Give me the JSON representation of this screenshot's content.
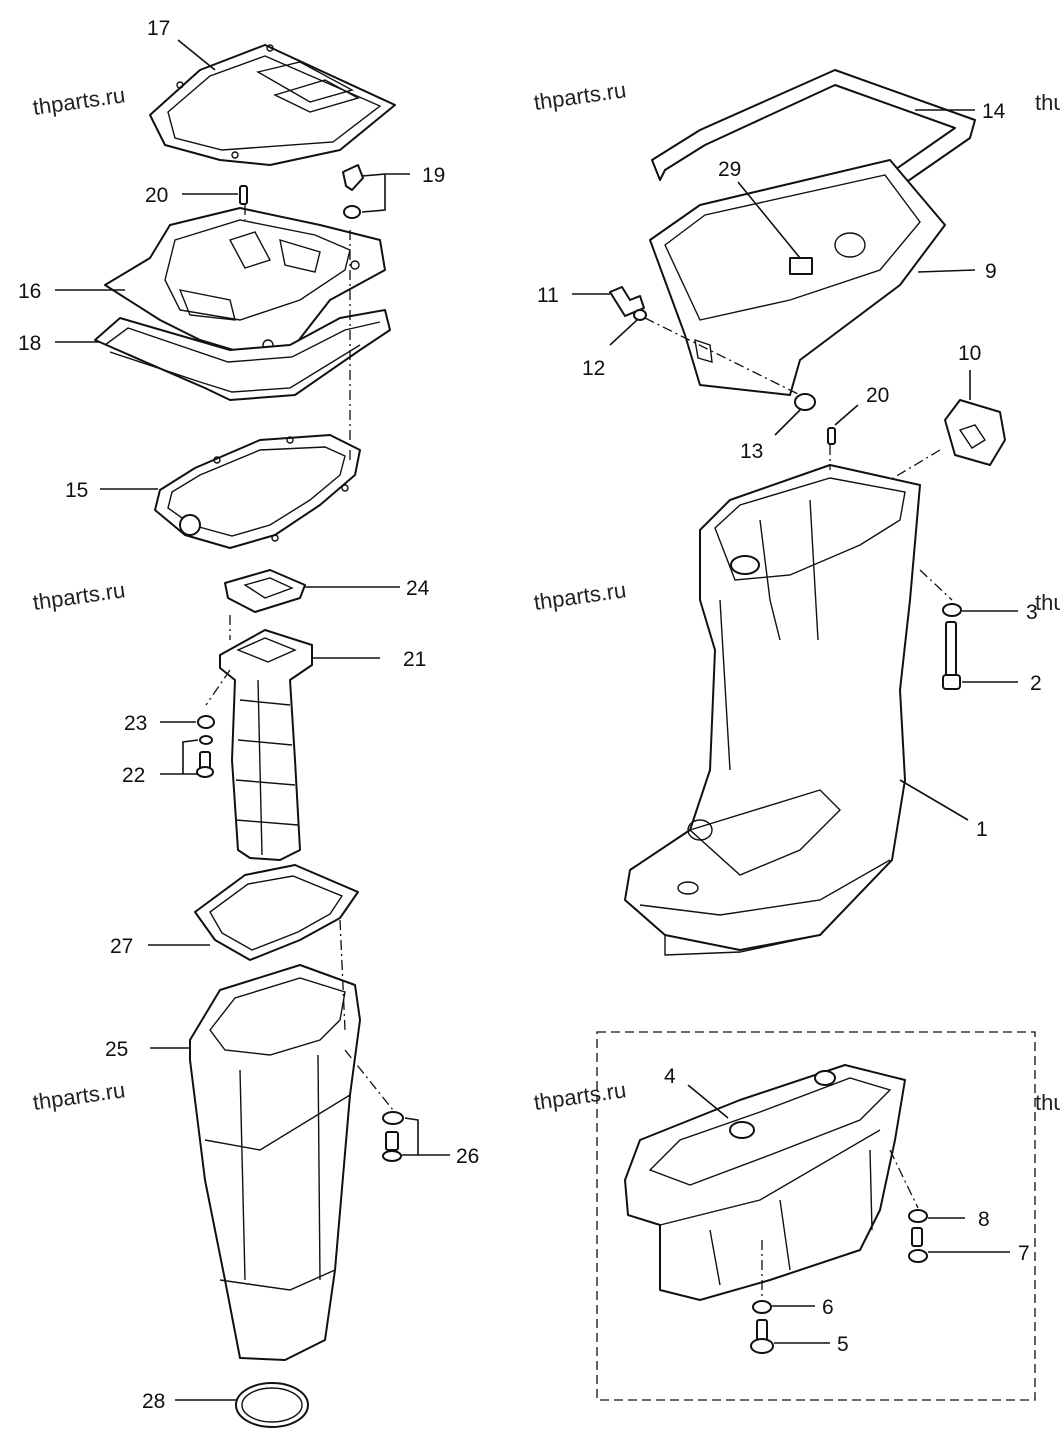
{
  "watermark": "thparts.ru",
  "watermark_partial": "thu",
  "callouts": {
    "c1": "1",
    "c2": "2",
    "c3": "3",
    "c4": "4",
    "c5": "5",
    "c6": "6",
    "c7": "7",
    "c8": "8",
    "c9": "9",
    "c10": "10",
    "c11": "11",
    "c12": "12",
    "c13": "13",
    "c14": "14",
    "c15": "15",
    "c16": "16",
    "c17": "17",
    "c18": "18",
    "c19": "19",
    "c20a": "20",
    "c20b": "20",
    "c21": "21",
    "c22": "22",
    "c23": "23",
    "c24": "24",
    "c25": "25",
    "c26": "26",
    "c27": "27",
    "c28": "28",
    "c29": "29"
  }
}
